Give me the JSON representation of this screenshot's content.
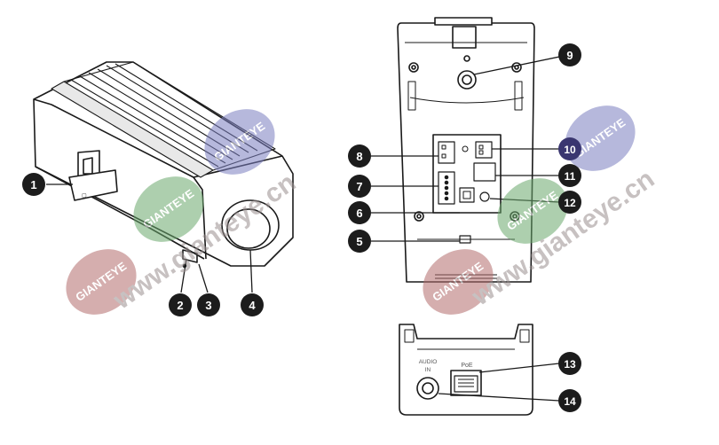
{
  "callouts": [
    {
      "number": "1"
    },
    {
      "number": "2"
    },
    {
      "number": "3"
    },
    {
      "number": "4"
    },
    {
      "number": "5"
    },
    {
      "number": "6"
    },
    {
      "number": "7"
    },
    {
      "number": "8"
    },
    {
      "number": "9"
    },
    {
      "number": "10",
      "highlight": true
    },
    {
      "number": "11"
    },
    {
      "number": "12"
    },
    {
      "number": "13"
    },
    {
      "number": "14"
    }
  ],
  "device_labels": {
    "poe": "PoE",
    "audio_in_line1": "AUDIO",
    "audio_in_line2": "IN"
  },
  "watermarks": {
    "badge_text": "GIANTEYE",
    "site_text": "www.gianteye.cn"
  },
  "colors": {
    "callout_fill": "#1c1c1c",
    "callout_highlight": "#3a3670",
    "line": "#1a1a1a",
    "badge_blue": "#7b7fbf",
    "badge_green": "#6aa86c",
    "badge_red": "#b26c6c",
    "site_text": "#9a8f8f"
  }
}
